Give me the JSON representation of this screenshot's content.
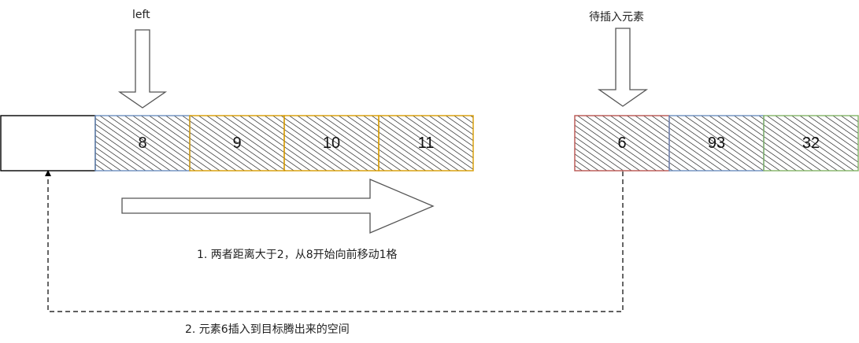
{
  "labels": {
    "left_pointer": "left",
    "insert_pointer": "待插入元素",
    "step1": "1. 两者距离大于2，从8开始向前移动1格",
    "step2": "2. 元素6插入到目标腾出来的空间"
  },
  "left_array": [
    {
      "value": "",
      "color": "#000000",
      "fill": "#ffffff"
    },
    {
      "value": "8",
      "color": "#6c8ebf",
      "fill": "#dae8fc"
    },
    {
      "value": "9",
      "color": "#d79b00",
      "fill": "#ffe6cc"
    },
    {
      "value": "10",
      "color": "#d79b00",
      "fill": "#ffe6cc"
    },
    {
      "value": "11",
      "color": "#d79b00",
      "fill": "#ffe6cc"
    }
  ],
  "right_array": [
    {
      "value": "6",
      "color": "#b85450",
      "fill": "#f8cecc"
    },
    {
      "value": "93",
      "color": "#6c8ebf",
      "fill": "#dae8fc"
    },
    {
      "value": "32",
      "color": "#82b366",
      "fill": "#d5e8d4"
    }
  ]
}
